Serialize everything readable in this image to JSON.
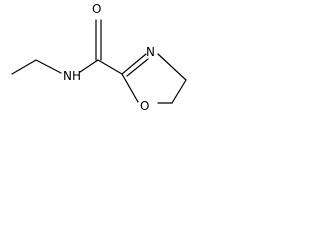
{
  "molecule": {
    "atoms": {
      "carbonyl_oxygen": "O",
      "amide_nitrogen": "N",
      "amide_hydrogen": "H",
      "ring_nitrogen": "N",
      "ring_oxygen": "O"
    },
    "colors": {
      "bond": "#000000",
      "label": "#000000",
      "background": "#ffffff"
    }
  }
}
